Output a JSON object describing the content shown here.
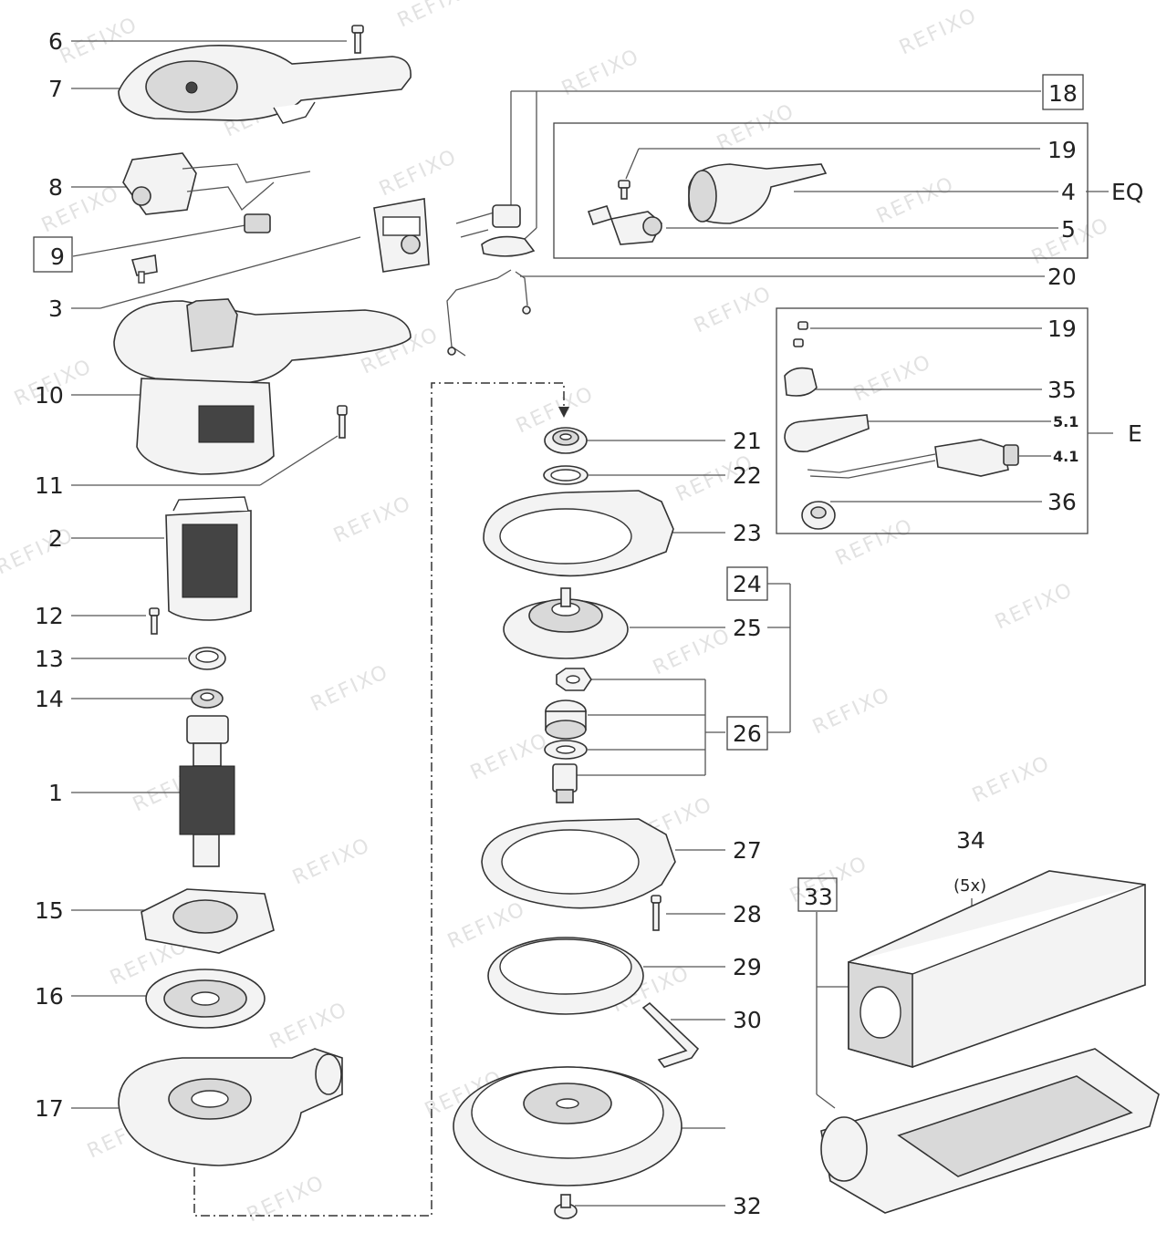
{
  "watermark": "REFIXO",
  "labels": {
    "l1": "1",
    "l2": "2",
    "l3": "3",
    "l4": "4",
    "l5": "5",
    "l6": "6",
    "l7": "7",
    "l8": "8",
    "l9": "9",
    "l10": "10",
    "l11": "11",
    "l12": "12",
    "l13": "13",
    "l14": "14",
    "l15": "15",
    "l16": "16",
    "l17": "17",
    "l18": "18",
    "l19a": "19",
    "l19b": "19",
    "l20": "20",
    "l21": "21",
    "l22": "22",
    "l23": "23",
    "l24": "24",
    "l25": "25",
    "l26": "26",
    "l27": "27",
    "l28": "28",
    "l29": "29",
    "l30": "30",
    "l32": "32",
    "l33": "33",
    "l34": "34",
    "l34q": "(5x)",
    "l35": "35",
    "l36": "36",
    "l51": "5.1",
    "l41": "4.1",
    "eq": "EQ",
    "e": "E"
  }
}
